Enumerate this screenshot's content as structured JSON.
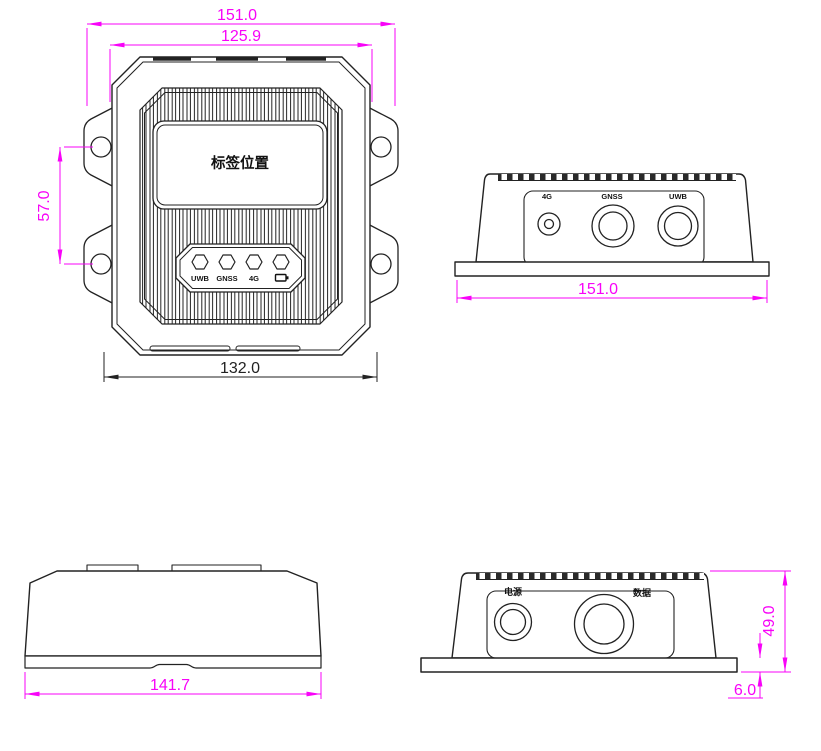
{
  "drawing": {
    "colors": {
      "dimension": "#f803f8",
      "line": "#222222"
    },
    "front_view": {
      "label_plate_text": "标签位置",
      "indicator_labels": [
        "UWB",
        "GNSS",
        "4G"
      ],
      "battery_indicator_icon": "battery-icon",
      "dims": {
        "overall_width": "151.0",
        "inner_width": "125.9",
        "hole_spacing": "57.0",
        "body_width": "132.0"
      }
    },
    "connector_side_view": {
      "connector_labels": [
        "4G",
        "GNSS",
        "UWB"
      ],
      "dims": {
        "width": "151.0"
      }
    },
    "profile_side_view": {
      "dims": {
        "width": "141.7"
      }
    },
    "power_side_view": {
      "connector_labels": [
        "电源",
        "数据"
      ],
      "dims": {
        "height": "49.0",
        "base_thickness": "6.0"
      }
    }
  }
}
